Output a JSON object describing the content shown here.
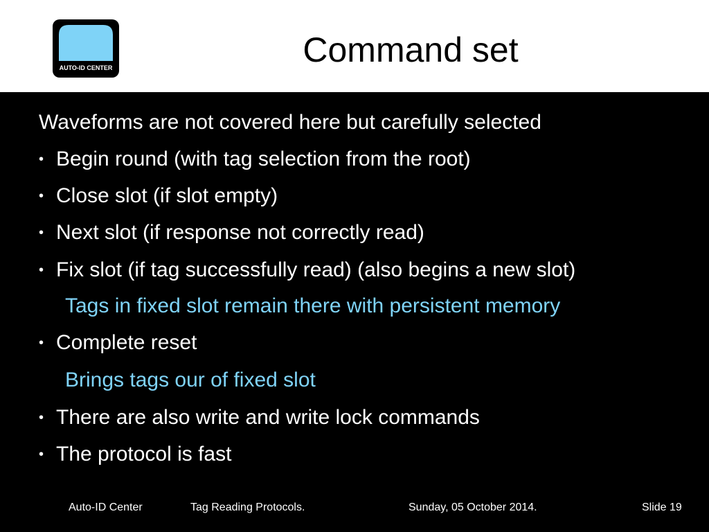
{
  "slide": {
    "title": "Command set",
    "logo_text": "AUTO-ID CENTER",
    "intro": "Waveforms are not covered here but carefully selected",
    "bullets": [
      " Begin round (with tag selection from the root)",
      "Close slot (if slot empty)",
      "Next slot (if response not correctly read)",
      "Fix slot (if tag successfully read) (also begins a new slot)",
      "Complete reset",
      "There are also write and write lock commands",
      "The protocol is fast"
    ],
    "subpoints": [
      "Tags in fixed slot remain there with persistent memory",
      "Brings tags our of fixed slot"
    ],
    "bullet_glyph": "•"
  },
  "footer": {
    "org": "Auto-ID Center",
    "topic": "Tag Reading Protocols.",
    "date": "Sunday, 05 October 2014.",
    "slide_number": "Slide 19"
  },
  "colors": {
    "background": "#000000",
    "header_background": "#ffffff",
    "text": "#ffffff",
    "subpoint": "#7fd3f7",
    "logo_fill": "#7fd3f7"
  }
}
